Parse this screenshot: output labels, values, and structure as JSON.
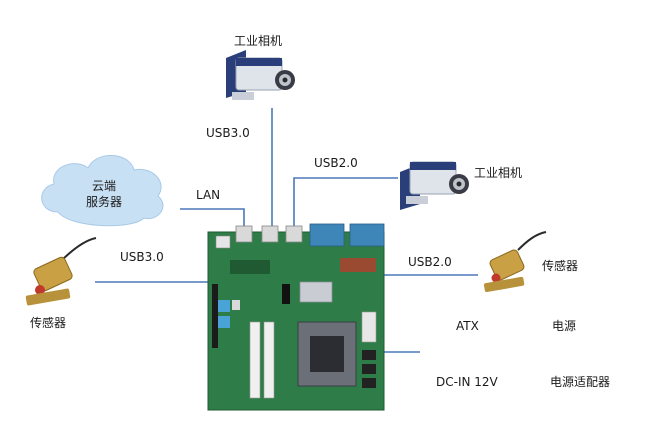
{
  "labels": {
    "camera_top": "工业相机",
    "camera_right": "工业相机",
    "cloud_line1": "云端",
    "cloud_line2": "服务器",
    "usb30_top": "USB3.0",
    "usb20_top": "USB2.0",
    "lan": "LAN",
    "usb30_left": "USB3.0",
    "usb20_right": "USB2.0",
    "sensor_left": "传感器",
    "sensor_right": "传感器",
    "atx": "ATX",
    "power": "电源",
    "dcin": "DC-IN 12V",
    "adapter": "电源适配器"
  },
  "colors": {
    "line": "#4a78b8",
    "pcb": "#2e7d48",
    "cloud": "#c8e0f4",
    "camera_body": "#dfe3ea",
    "camera_accent": "#2a3f7a",
    "sensor_body": "#c9a043"
  }
}
